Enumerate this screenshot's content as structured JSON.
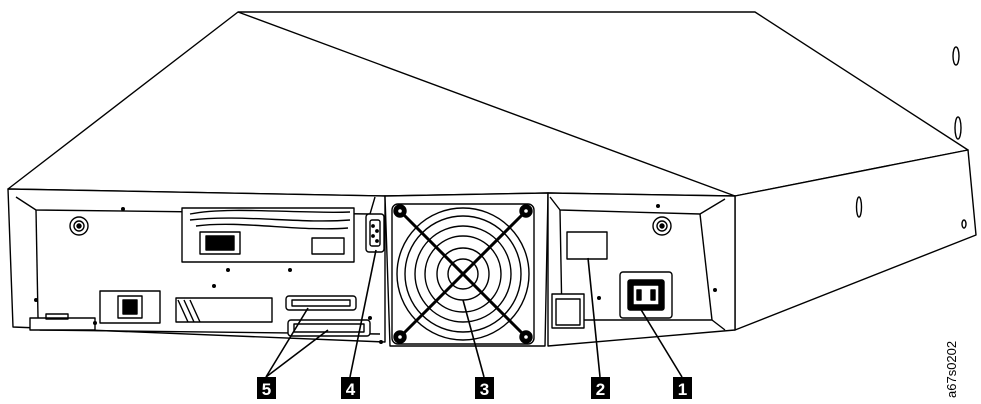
{
  "diagram": {
    "figure_id": "a67s0202",
    "callouts": [
      {
        "number": "1",
        "target": "power connector"
      },
      {
        "number": "2",
        "target": "label area"
      },
      {
        "number": "3",
        "target": "fan"
      },
      {
        "number": "4",
        "target": "serial port"
      },
      {
        "number": "5",
        "target": "SCSI connectors"
      }
    ]
  }
}
